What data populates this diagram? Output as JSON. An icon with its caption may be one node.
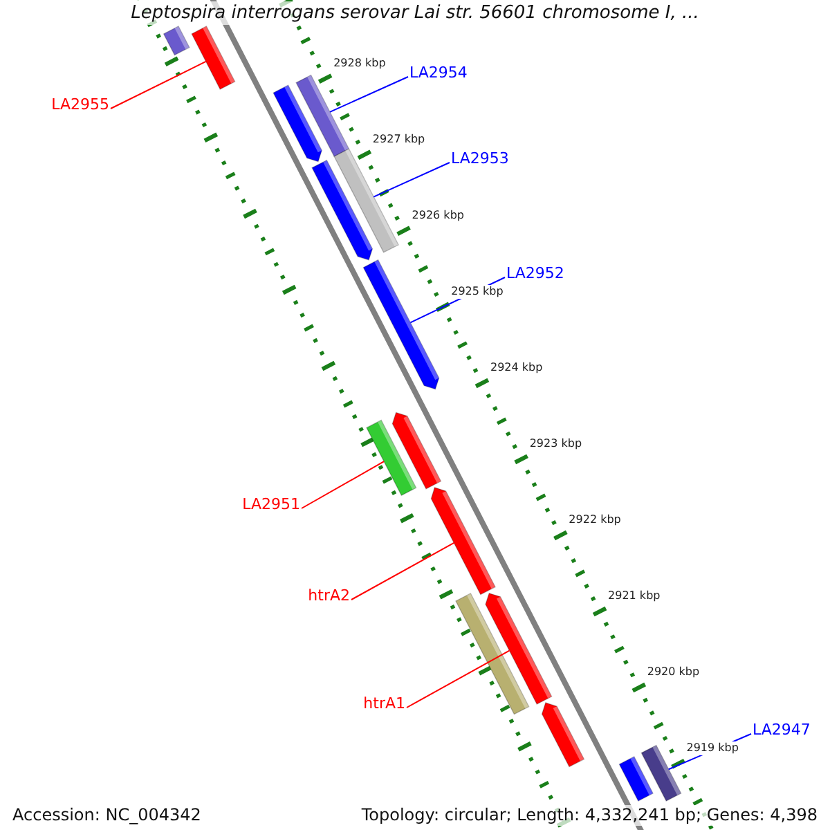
{
  "diagram": {
    "title": "Leptospira interrogans serovar Lai str. 56601 chromosome I, ...",
    "nodes": [
      {
        "text": [],
        "shape": "bar"
      },
      {
        "text": [],
        "shape": "arrow"
      },
      {
        "text": [
          "LA2955"
        ]
      },
      {
        "text": [
          "LA2954"
        ]
      },
      {
        "text": [],
        "shape": "bar"
      },
      {
        "text": [],
        "shape": "arrow"
      },
      {
        "text": [
          "LA2953"
        ]
      },
      {
        "text": [],
        "shape": "bar"
      },
      {
        "text": [],
        "shape": "arrow"
      },
      {
        "text": [
          "LA2952"
        ]
      },
      {
        "text": [],
        "shape": "arrow"
      },
      {
        "text": [],
        "shape": "arrow"
      },
      {
        "text": [],
        "shape": "bar"
      },
      {
        "text": [
          "LA2951"
        ]
      },
      {
        "text": [],
        "shape": "arrow"
      },
      {
        "text": [
          "htrA2"
        ]
      },
      {
        "text": [],
        "shape": "bar"
      },
      {
        "text": [],
        "shape": "arrow"
      },
      {
        "text": [
          "htrA1"
        ]
      },
      {
        "text": [],
        "shape": "arrow"
      },
      {
        "text": [
          "LA2947"
        ]
      },
      {
        "text": [],
        "shape": "bar"
      },
      {
        "text": [],
        "shape": "arrow"
      }
    ],
    "edges": [
      {
        "from": 2,
        "to": 1,
        "arrow": "none"
      },
      {
        "from": 3,
        "to": 4,
        "arrow": "none",
        "color": "#0000ff"
      },
      {
        "from": 6,
        "to": 7,
        "arrow": "none",
        "color": "#0000ff"
      },
      {
        "from": 9,
        "to": 10,
        "arrow": "none",
        "color": "#0000ff"
      },
      {
        "from": 13,
        "to": 12,
        "arrow": "none"
      },
      {
        "from": 15,
        "to": 14,
        "arrow": "none"
      },
      {
        "from": 18,
        "to": 17,
        "arrow": "none"
      },
      {
        "from": 20,
        "to": 21,
        "arrow": "none",
        "color": "#0000ff"
      }
    ],
    "labels": [
      "2928 kbp",
      "2927 kbp",
      "2926 kbp",
      "2925 kbp",
      "2924 kbp",
      "2923 kbp",
      "2922 kbp",
      "2921 kbp",
      "2920 kbp",
      "2919 kbp",
      "Accession: NC_004342",
      "Topology: circular; Length: 4,332,241 bp; Genes: 4,398"
    ]
  }
}
